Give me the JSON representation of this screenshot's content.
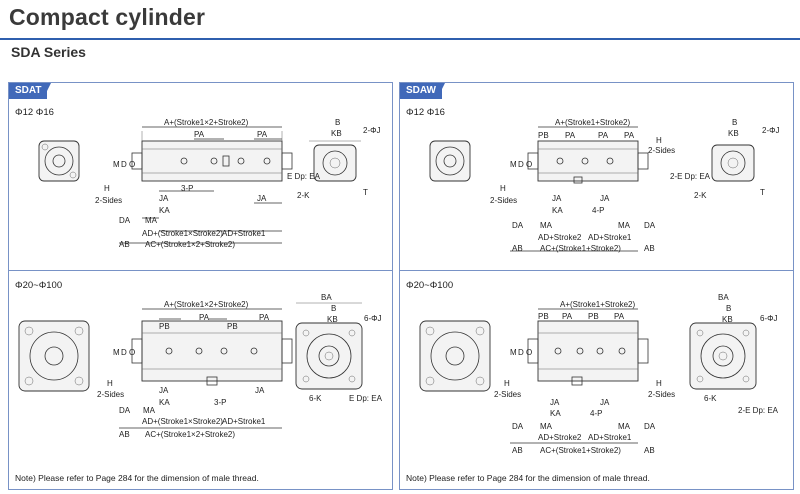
{
  "header": {
    "title": "Compact cylinder",
    "subtitle": "SDA Series"
  },
  "panels": {
    "sdat": {
      "tag": "SDAT",
      "top": {
        "size_label": "Φ12  Φ16",
        "dims": {
          "len": "A+(Stroke1×2+Stroke2)",
          "pa1": "PA",
          "pa2": "PA",
          "b": "B",
          "kb": "KB",
          "j": "2-ΦJ",
          "m": "M",
          "d": "D",
          "o": "O",
          "h": "H",
          "sides": "2-Sides",
          "ja": "JA",
          "ja2": "JA",
          "p": "3-P",
          "ka": "KA",
          "da": "DA",
          "ma": "MA",
          "ad1": "AD+(Stroke1×Stroke2)",
          "ad2": "AD+Stroke1",
          "ab": "AB",
          "ac": "AC+(Stroke1×2+Stroke2)",
          "edp": "E Dp: EA",
          "k": "2-K",
          "t": "T"
        }
      },
      "bottom": {
        "size_label": "Φ20~Φ100",
        "dims": {
          "len": "A+(Stroke1×2+Stroke2)",
          "pb1": "PB",
          "pa": "PA",
          "pb2": "PB",
          "pa2": "PA",
          "ba": "BA",
          "b": "B",
          "kb": "KB",
          "j": "6-ΦJ",
          "m": "M",
          "d": "D",
          "o": "O",
          "h": "H",
          "sides": "2-Sides",
          "ja": "JA",
          "ja2": "JA",
          "p": "3-P",
          "ka": "KA",
          "da": "DA",
          "ma": "MA",
          "ad1": "AD+(Stroke1×Stroke2)",
          "ad2": "AD+Stroke1",
          "ab": "AB",
          "ac": "AC+(Stroke1×2+Stroke2)",
          "k": "6-K",
          "edp": "E Dp: EA"
        }
      },
      "note": "Note) Please refer to Page 284 for the dimension of male thread."
    },
    "sdaw": {
      "tag": "SDAW",
      "top": {
        "size_label": "Φ12  Φ16",
        "dims": {
          "len": "A+(Stroke1+Stroke2)",
          "pb": "PB",
          "pa1": "PA",
          "pa2": "PA",
          "pa3": "PA",
          "h": "H",
          "sides": "2-Sides",
          "b": "B",
          "kb": "KB",
          "j": "2-ΦJ",
          "m": "M",
          "d": "D",
          "o": "O",
          "h2": "H",
          "sides2": "2-Sides",
          "ja": "JA",
          "ja2": "JA",
          "ka": "KA",
          "p": "4-P",
          "da": "DA",
          "ma": "MA",
          "da2": "DA",
          "ad1": "AD+Stroke2",
          "ad2": "AD+Stroke1",
          "ab": "AB",
          "ac": "AC+(Stroke1+Stroke2)",
          "ab2": "AB",
          "edp": "2-E Dp: EA",
          "k": "2-K",
          "t": "T"
        }
      },
      "bottom": {
        "size_label": "Φ20~Φ100",
        "dims": {
          "len": "A+(Stroke1+Stroke2)",
          "pb1": "PB",
          "pa1": "PA",
          "pb2": "PB",
          "pa2": "PA",
          "ba": "BA",
          "b": "B",
          "kb": "KB",
          "j": "6-ΦJ",
          "m": "M",
          "d": "D",
          "o": "O",
          "h": "H",
          "sides": "2-Sides",
          "h2": "H",
          "sides2": "2-Sides",
          "ja": "JA",
          "ja2": "JA",
          "ka": "KA",
          "p": "4-P",
          "da": "DA",
          "ma": "MA",
          "da2": "DA",
          "ad1": "AD+Stroke2",
          "ad2": "AD+Stroke1",
          "ab": "AB",
          "ac": "AC+(Stroke1+Stroke2)",
          "ab2": "AB",
          "k": "6-K",
          "edp": "2-E Dp: EA"
        }
      },
      "note": "Note) Please refer to Page 284 for the dimension of male thread."
    }
  }
}
